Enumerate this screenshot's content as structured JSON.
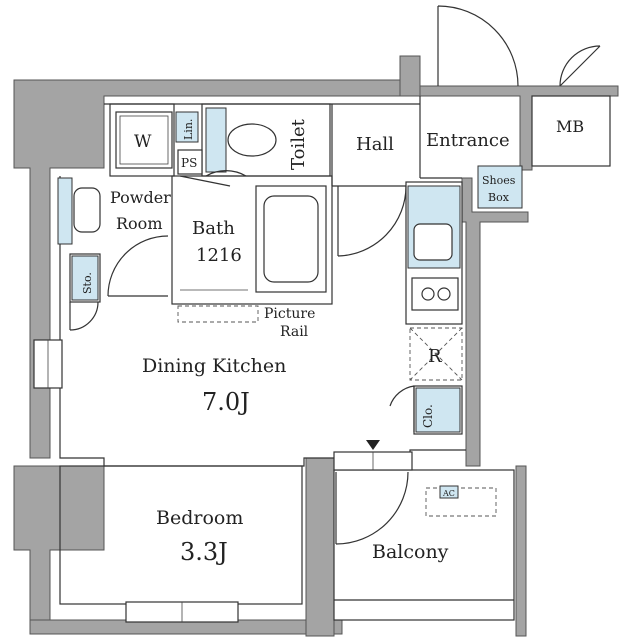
{
  "rooms": {
    "w": "W",
    "lin": "Lin.",
    "ps": "PS",
    "toilet": "Toilet",
    "hall": "Hall",
    "entrance": "Entrance",
    "mb": "MB",
    "powder_room": [
      "Powder",
      "Room"
    ],
    "bath": [
      "Bath",
      "1216"
    ],
    "shoes_box": [
      "Shoes",
      "Box"
    ],
    "sto": "Sto.",
    "picture_rail": [
      "Picture",
      "Rail"
    ],
    "dining_kitchen": "Dining Kitchen",
    "dining_kitchen_size": "7.0J",
    "refrigerator": "R",
    "closet": "Clo.",
    "bedroom": "Bedroom",
    "bedroom_size": "3.3J",
    "balcony": "Balcony",
    "outdoor_unit": "AC"
  },
  "colors": {
    "wall": "#a4a4a4",
    "fixture_blue": "#cfe6f1",
    "line": "#333333"
  }
}
